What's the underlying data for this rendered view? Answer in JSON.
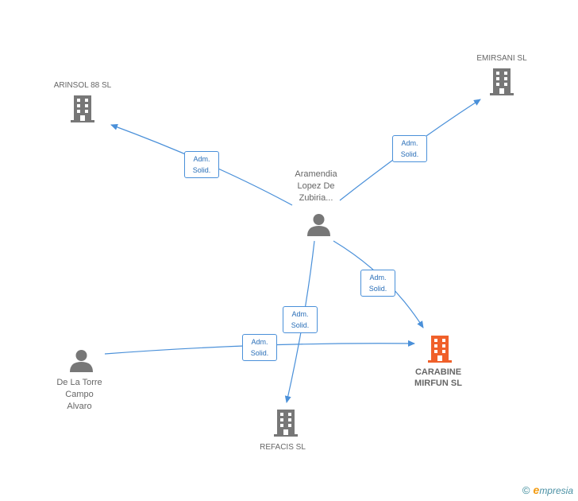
{
  "colors": {
    "edge": "#4a90d9",
    "node": "#777777",
    "focus": "#f0602a"
  },
  "nodes": {
    "arinsol": {
      "label": "ARINSOL 88 SL",
      "icon": "building-icon"
    },
    "emirsani": {
      "label": "EMIRSANI SL",
      "icon": "building-icon"
    },
    "aramendia": {
      "line1": "Aramendia",
      "line2": "Lopez De",
      "line3": "Zubiria...",
      "icon": "person-icon"
    },
    "carabine": {
      "line1": "CARABINE",
      "line2": "MIRFUN SL",
      "icon": "building-icon"
    },
    "delatorre": {
      "line1": "De La Torre",
      "line2": "Campo",
      "line3": "Alvaro",
      "icon": "person-icon"
    },
    "refacis": {
      "label": "REFACIS SL",
      "icon": "building-icon"
    }
  },
  "edges": [
    {
      "line1": "Adm.",
      "line2": "Solid."
    },
    {
      "line1": "Adm.",
      "line2": "Solid."
    },
    {
      "line1": "Adm.",
      "line2": "Solid."
    },
    {
      "line1": "Adm.",
      "line2": "Solid."
    },
    {
      "line1": "Adm.",
      "line2": "Solid."
    }
  ],
  "brand": {
    "copyright": "©",
    "e": "e",
    "name": "mpresia"
  }
}
